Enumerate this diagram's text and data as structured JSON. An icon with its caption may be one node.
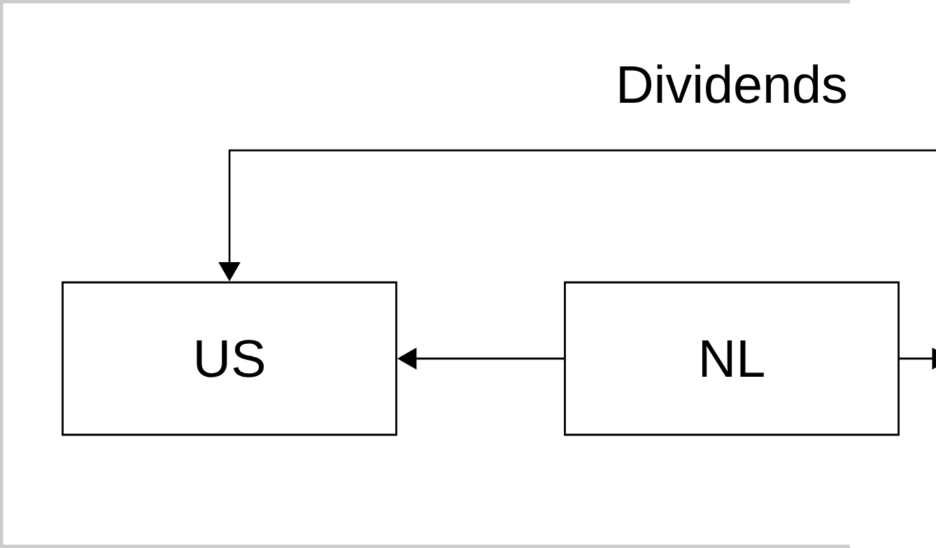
{
  "diagram": {
    "nodes": [
      {
        "text": [
          "US"
        ]
      },
      {
        "text": [
          "NL"
        ]
      }
    ],
    "edges": [
      {
        "from": null,
        "to": 0,
        "arrow": "to",
        "label": "Dividends"
      },
      {
        "from": 1,
        "to": 0,
        "arrow": "to"
      },
      {
        "from": 1,
        "to": null,
        "arrow": "to"
      }
    ]
  }
}
